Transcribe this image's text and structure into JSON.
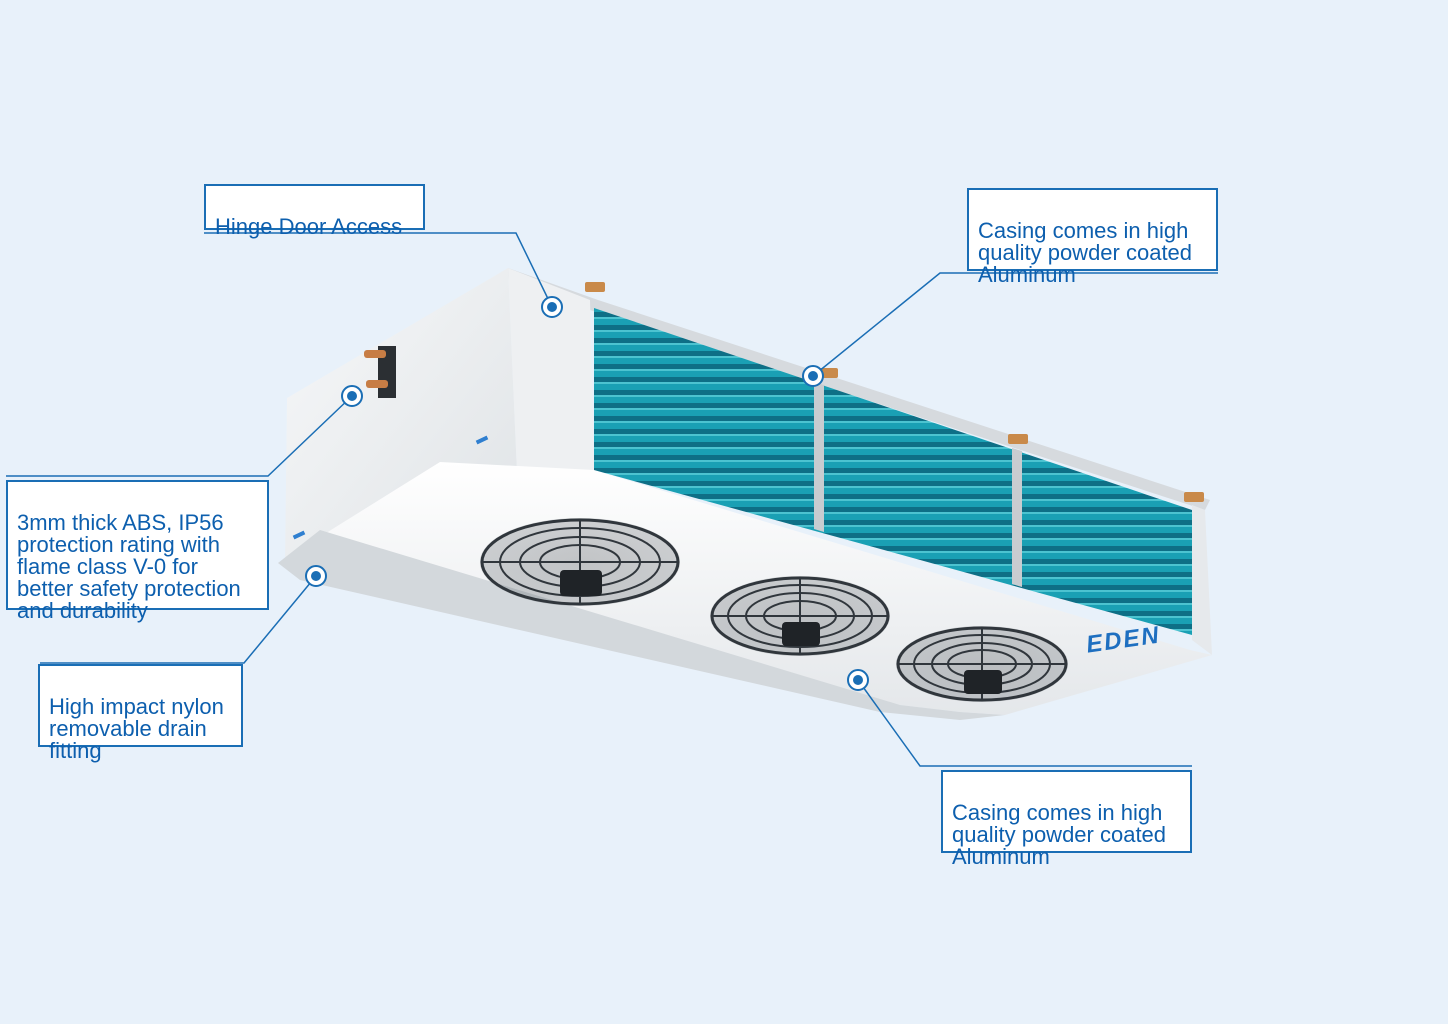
{
  "callouts": {
    "hinge_door": "Hinge Door Access",
    "casing_top": "Casing comes in high\nquality powder coated\nAluminum",
    "abs_rating": "3mm thick ABS, IP56\nprotection rating with\nflame class V-0 for\nbetter safety protection\nand durability",
    "drain_fitting": "High impact nylon\nremovable drain\nfitting",
    "casing_bottom": "Casing comes in high\nquality powder coated\nAluminum"
  },
  "brand": {
    "logo_text": "EDEN"
  },
  "colors": {
    "background": "#e8f1fa",
    "callout_border": "#1a6eb5",
    "callout_text": "#0d5fae",
    "coil": "#1f9bb0",
    "casing": "#f4f5f6"
  },
  "icons": {
    "marker": "target-dot-icon",
    "fan": "axial-fan-icon"
  }
}
